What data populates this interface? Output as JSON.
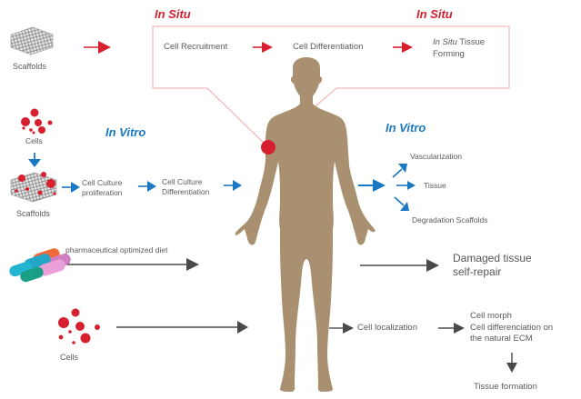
{
  "colors": {
    "in_situ": "#d6202f",
    "in_vitro": "#1a78c2",
    "body": "#a89070",
    "neutral_arrow": "#4a4a4a",
    "text": "#5a5a5a"
  },
  "in_situ": {
    "heading_left": "In Situ",
    "heading_right": "In Situ",
    "scaffolds_label": "Scaffolds",
    "steps": [
      "Cell Recruitment",
      "Cell Differentiation"
    ],
    "final_italic": "In Situ",
    "final_rest": " Tissue",
    "final_line2": "Forming"
  },
  "in_vitro": {
    "heading_left": "In Vitro",
    "heading_right": "In Vitro",
    "cells_label": "Cells",
    "scaffolds_label": "Scaffolds",
    "step1_line1": "Cell Culture",
    "step1_line2": "proliferation",
    "step2_line1": "Cell Culture",
    "step2_line2": "Differentiation",
    "outcomes": [
      "Vascularization",
      "Tissue",
      "Degradation Scaffolds"
    ]
  },
  "pharma": {
    "label": "pharmaceutical optimized diet",
    "result_line1": "Damaged tissue",
    "result_line2": "self-repair"
  },
  "cells_path": {
    "cells_label": "Cells",
    "step1": "Cell localization",
    "step2_line1": "Cell morph",
    "step2_line2": "Cell differenciation on",
    "step2_line3": "the natural ECM",
    "result": "Tissue formation"
  },
  "icons": {
    "scaffold": "scaffold-lattice-icon",
    "cells": "red-cells-icon",
    "pills": "capsules-icon",
    "body": "human-body-silhouette",
    "site": "injury-site-marker"
  }
}
